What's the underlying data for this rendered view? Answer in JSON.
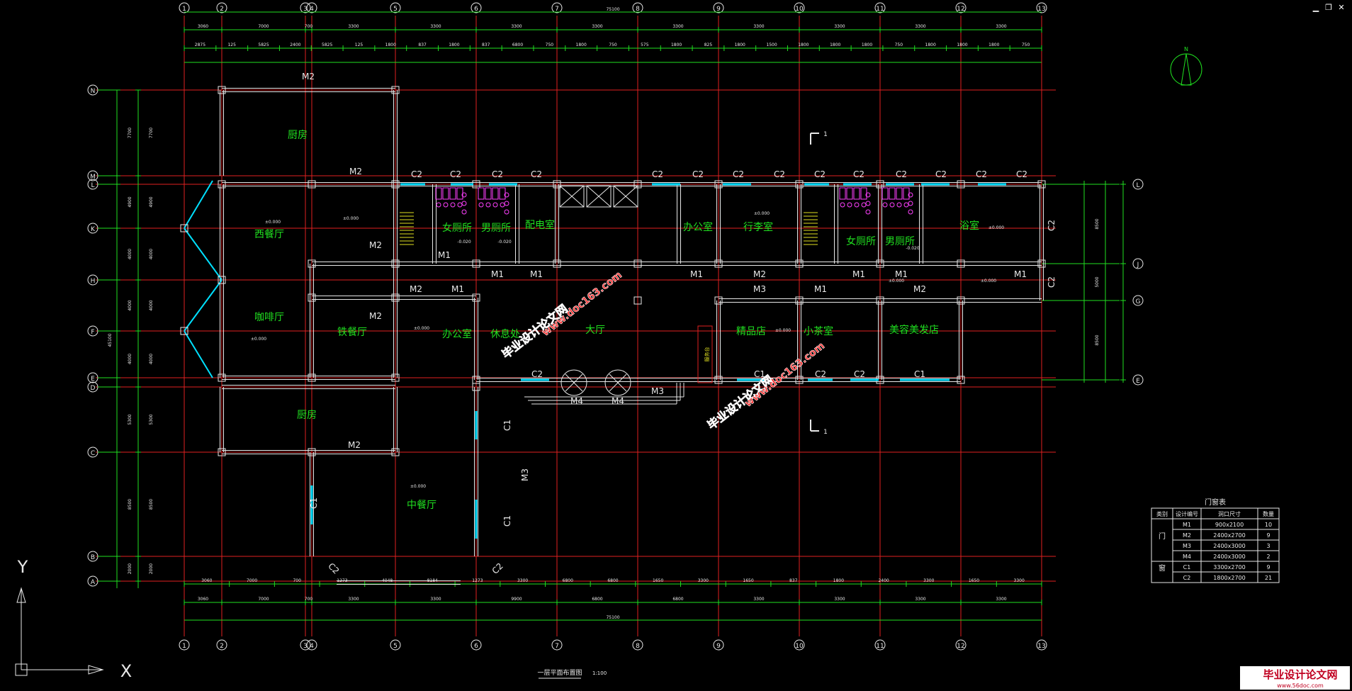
{
  "window_controls": {
    "minimize": "▁",
    "restore": "❐",
    "close": "✕"
  },
  "drawing": {
    "title": "一层平面布置图",
    "scale": "1:100",
    "total_length": "75100",
    "north_arrow": "N"
  },
  "axes": {
    "top_numbers": [
      "1",
      "2",
      "3",
      "4",
      "5",
      "6",
      "7",
      "8",
      "9",
      "10",
      "11",
      "12",
      "13"
    ],
    "left_letters": [
      "N",
      "M",
      "L",
      "K",
      "H",
      "F",
      "E",
      "D",
      "C",
      "B",
      "A"
    ],
    "right_letters": [
      "L",
      "J",
      "G",
      "E"
    ]
  },
  "dims": {
    "top_row1": [
      "3060",
      "7000",
      "700",
      "3300",
      "3300",
      "3300",
      "3300",
      "3300",
      "3300",
      "3300",
      "3300",
      "3300",
      "3300"
    ],
    "top_row2": [
      "2875",
      "125",
      "5825",
      "2400",
      "5825",
      "125",
      "1800",
      "837",
      "1800",
      "837",
      "6800",
      "750",
      "1800",
      "750",
      "575",
      "1800",
      "825",
      "1800",
      "1500",
      "1800",
      "1800",
      "1800",
      "750",
      "1800",
      "1800",
      "1800",
      "750"
    ],
    "bottom_row1": [
      "3060",
      "7000",
      "700",
      "1273",
      "4048",
      "8184",
      "1273",
      "3300",
      "6800",
      "6800",
      "1650",
      "3300",
      "1650",
      "837",
      "1800",
      "2400",
      "3300",
      "1650",
      "3300"
    ],
    "bottom_row2": [
      "3060",
      "7000",
      "700",
      "3300",
      "3300",
      "9900",
      "6800",
      "6800",
      "3300",
      "3300",
      "3300",
      "3300",
      "3300"
    ],
    "left_outer": [
      "7700",
      "4900",
      "4000",
      "4000",
      "4000",
      "5300",
      "8500",
      "2000"
    ],
    "right_outer": [
      "8500",
      "5000",
      "8500"
    ]
  },
  "rooms": {
    "kitchen_top": "厨房",
    "western": "西餐厅",
    "cafe": "咖啡厅",
    "teppan": "铁餐厅",
    "kitchen_bottom": "厨房",
    "chinese": "中餐厅",
    "female_wc": "女厕所",
    "male_wc": "男厕所",
    "power": "配电室",
    "office1": "办公室",
    "office2": "办公室",
    "rest": "休息处",
    "lobby": "大厅",
    "luggage": "行李室",
    "gift": "精品店",
    "tea": "小茶室",
    "beauty": "美容美发店",
    "female_wc2": "女厕所",
    "male_wc2": "男厕所",
    "bath": "浴室",
    "front_desk": "服务台"
  },
  "levels": {
    "zero": "±0.000",
    "minus": "-0.020"
  },
  "doors": {
    "M1": "M1",
    "M2": "M2",
    "M3": "M3",
    "M4": "M4",
    "C1": "C1",
    "C2": "C2"
  },
  "schedule": {
    "title": "门窗表",
    "headers": [
      "类别",
      "设计编号",
      "洞口尺寸",
      "数量"
    ],
    "rows": [
      {
        "cat": "门",
        "code": "M1",
        "size": "900x2100",
        "qty": "10"
      },
      {
        "cat": "",
        "code": "M2",
        "size": "2400x2700",
        "qty": "9"
      },
      {
        "cat": "",
        "code": "M3",
        "size": "2400x3000",
        "qty": "3"
      },
      {
        "cat": "",
        "code": "M4",
        "size": "2400x3000",
        "qty": "2"
      },
      {
        "cat": "窗",
        "code": "C1",
        "size": "3300x2700",
        "qty": "9"
      },
      {
        "cat": "",
        "code": "C2",
        "size": "1800x2700",
        "qty": "21"
      }
    ]
  },
  "ucs": {
    "x": "X",
    "y": "Y"
  },
  "section_mark": "1",
  "watermarks": {
    "cn": "毕业设计论文网",
    "url1": "www.doc163.com",
    "url2": "www.doc163.com",
    "corner_cn": "毕业设计论文网",
    "corner_url": "www.56doc.com"
  },
  "colors": {
    "axis": "#e02020",
    "wall": "#e8e8e8",
    "dim": "#20e020",
    "label": "#20e020",
    "window": "#00e0ff",
    "wc": "#ff40ff",
    "furniture": "#e0e020",
    "watermark": "#ff3030"
  }
}
